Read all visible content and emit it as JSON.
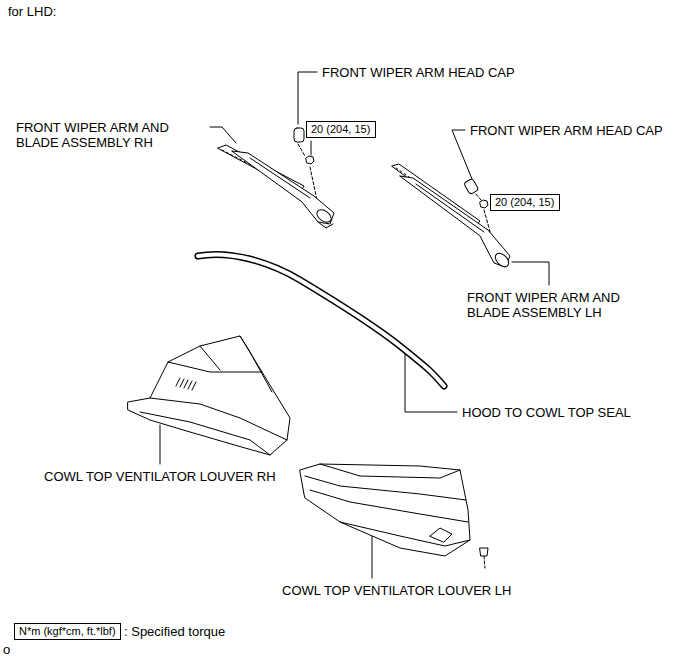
{
  "diagram": {
    "title": "for LHD:",
    "nodes": [
      {
        "text": [
          "20 (204, 15)"
        ]
      },
      {
        "text": [
          "20 (204, 15)"
        ]
      },
      {
        "text": [
          "N*m (kgf*cm, ft.*lbf)",
          ": Specified torque"
        ]
      }
    ],
    "labels": [
      "FRONT WIPER ARM HEAD CAP",
      "FRONT WIPER ARM AND BLADE ASSEMBLY RH",
      "FRONT WIPER ARM HEAD CAP",
      "FRONT WIPER ARM AND BLADE ASSEMBLY LH",
      "HOOD TO COWL TOP SEAL",
      "COWL TOP VENTILATOR LOUVER RH",
      "COWL TOP VENTILATOR LOUVER LH",
      "o"
    ]
  }
}
